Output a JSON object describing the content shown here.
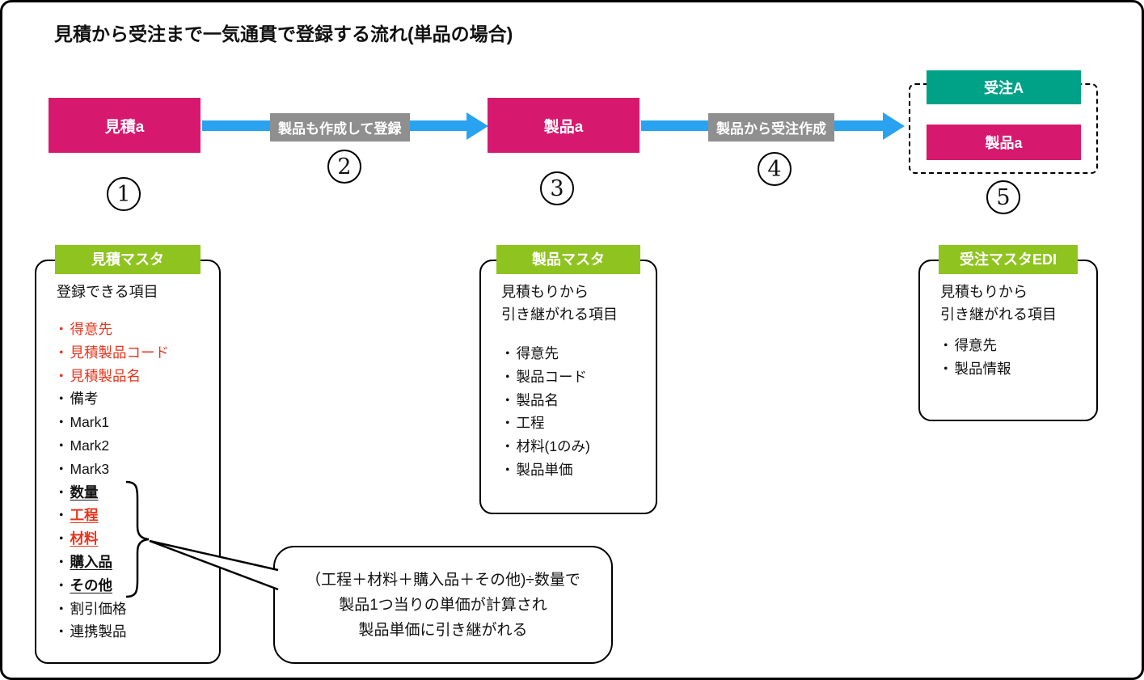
{
  "title": "見積から受注まで一気通貫で登録する流れ(単品の場合)",
  "flow": {
    "quote_box": "見積a",
    "arrow1_label": "製品も作成して登録",
    "product_box": "製品a",
    "arrow2_label": "製品から受注作成",
    "order_group": {
      "order_box": "受注A",
      "product_box": "製品a"
    },
    "steps": [
      "1",
      "2",
      "3",
      "4",
      "5"
    ]
  },
  "panels": [
    {
      "header": "見積マスタ",
      "bullet": "・",
      "intro_lines": [
        "登録できる項目"
      ],
      "items": [
        "得意先",
        "見積製品コード",
        "見積製品名",
        "備考",
        "Mark1",
        "Mark2",
        "Mark3",
        "数量",
        "工程",
        "材料",
        "購入品",
        "その他",
        "割引価格",
        "連携製品"
      ]
    },
    {
      "header": "製品マスタ",
      "bullet": "・",
      "intro_lines": [
        "見積もりから",
        "引き継がれる項目"
      ],
      "items": [
        "得意先",
        "製品コード",
        "製品名",
        "工程",
        "材料(1のみ)",
        "製品単価"
      ]
    },
    {
      "header": "受注マスタEDI",
      "bullet": "・",
      "intro_lines": [
        "見積もりから",
        "引き継がれる項目"
      ],
      "items": [
        "得意先",
        "製品情報"
      ]
    }
  ],
  "callout": {
    "lines": [
      "（工程＋材料＋購入品＋その他)÷数量で",
      "製品1つ当りの単価が計算され",
      "製品単価に引き継がれる"
    ]
  },
  "colors": {
    "magenta": "#d6196e",
    "teal": "#00a287",
    "green": "#8fc320",
    "gray": "#8f8f8f",
    "blue": "#29a3ef",
    "red": "#e8341c"
  }
}
